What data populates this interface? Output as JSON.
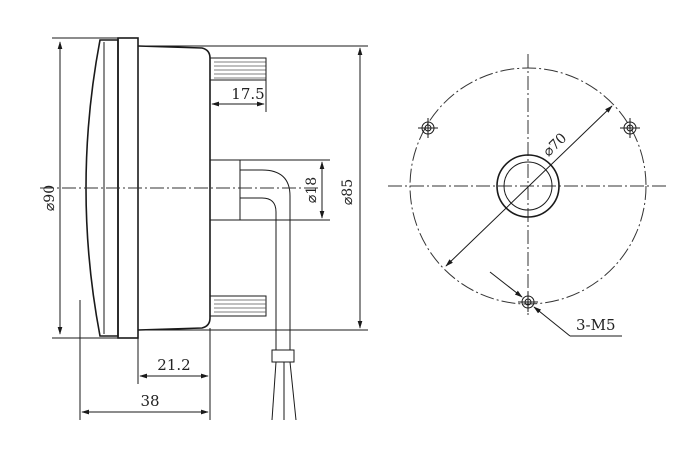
{
  "dimensions": {
    "dia_90": "⌀90",
    "len_17_5": "17.5",
    "dia_18": "⌀18",
    "dia_85": "⌀85",
    "len_21_2": "21.2",
    "len_38": "38",
    "dia_70": "⌀70",
    "thread_3m5": "3-M5"
  }
}
